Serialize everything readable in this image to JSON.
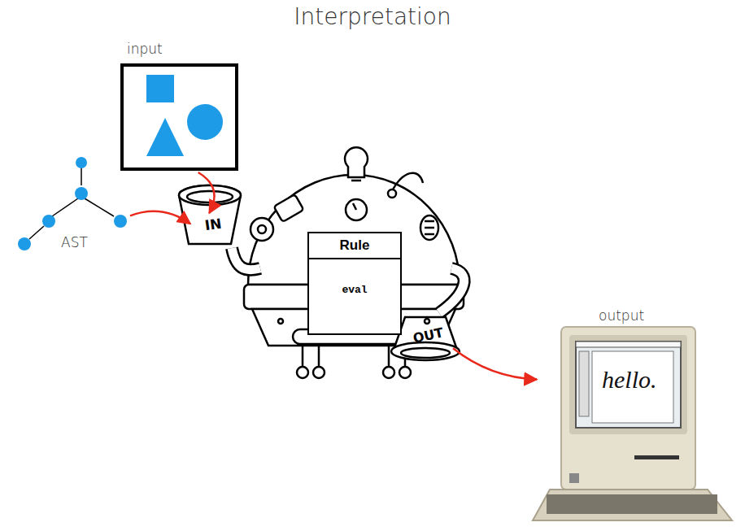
{
  "diagram": {
    "title": "Interpretation",
    "nodes": [
      {
        "text": [
          "input"
        ]
      },
      {
        "text": [
          "AST"
        ]
      },
      {
        "text": [
          "IN"
        ]
      },
      {
        "text": [
          "Rule",
          "eval"
        ]
      },
      {
        "text": [
          "OUT"
        ]
      },
      {
        "text": [
          "output",
          "hello."
        ]
      }
    ],
    "edges": [
      {
        "from": 0,
        "to": 2,
        "arrow": "to"
      },
      {
        "from": 1,
        "to": 2,
        "arrow": "to"
      },
      {
        "from": 4,
        "to": 5,
        "arrow": "to"
      }
    ]
  }
}
